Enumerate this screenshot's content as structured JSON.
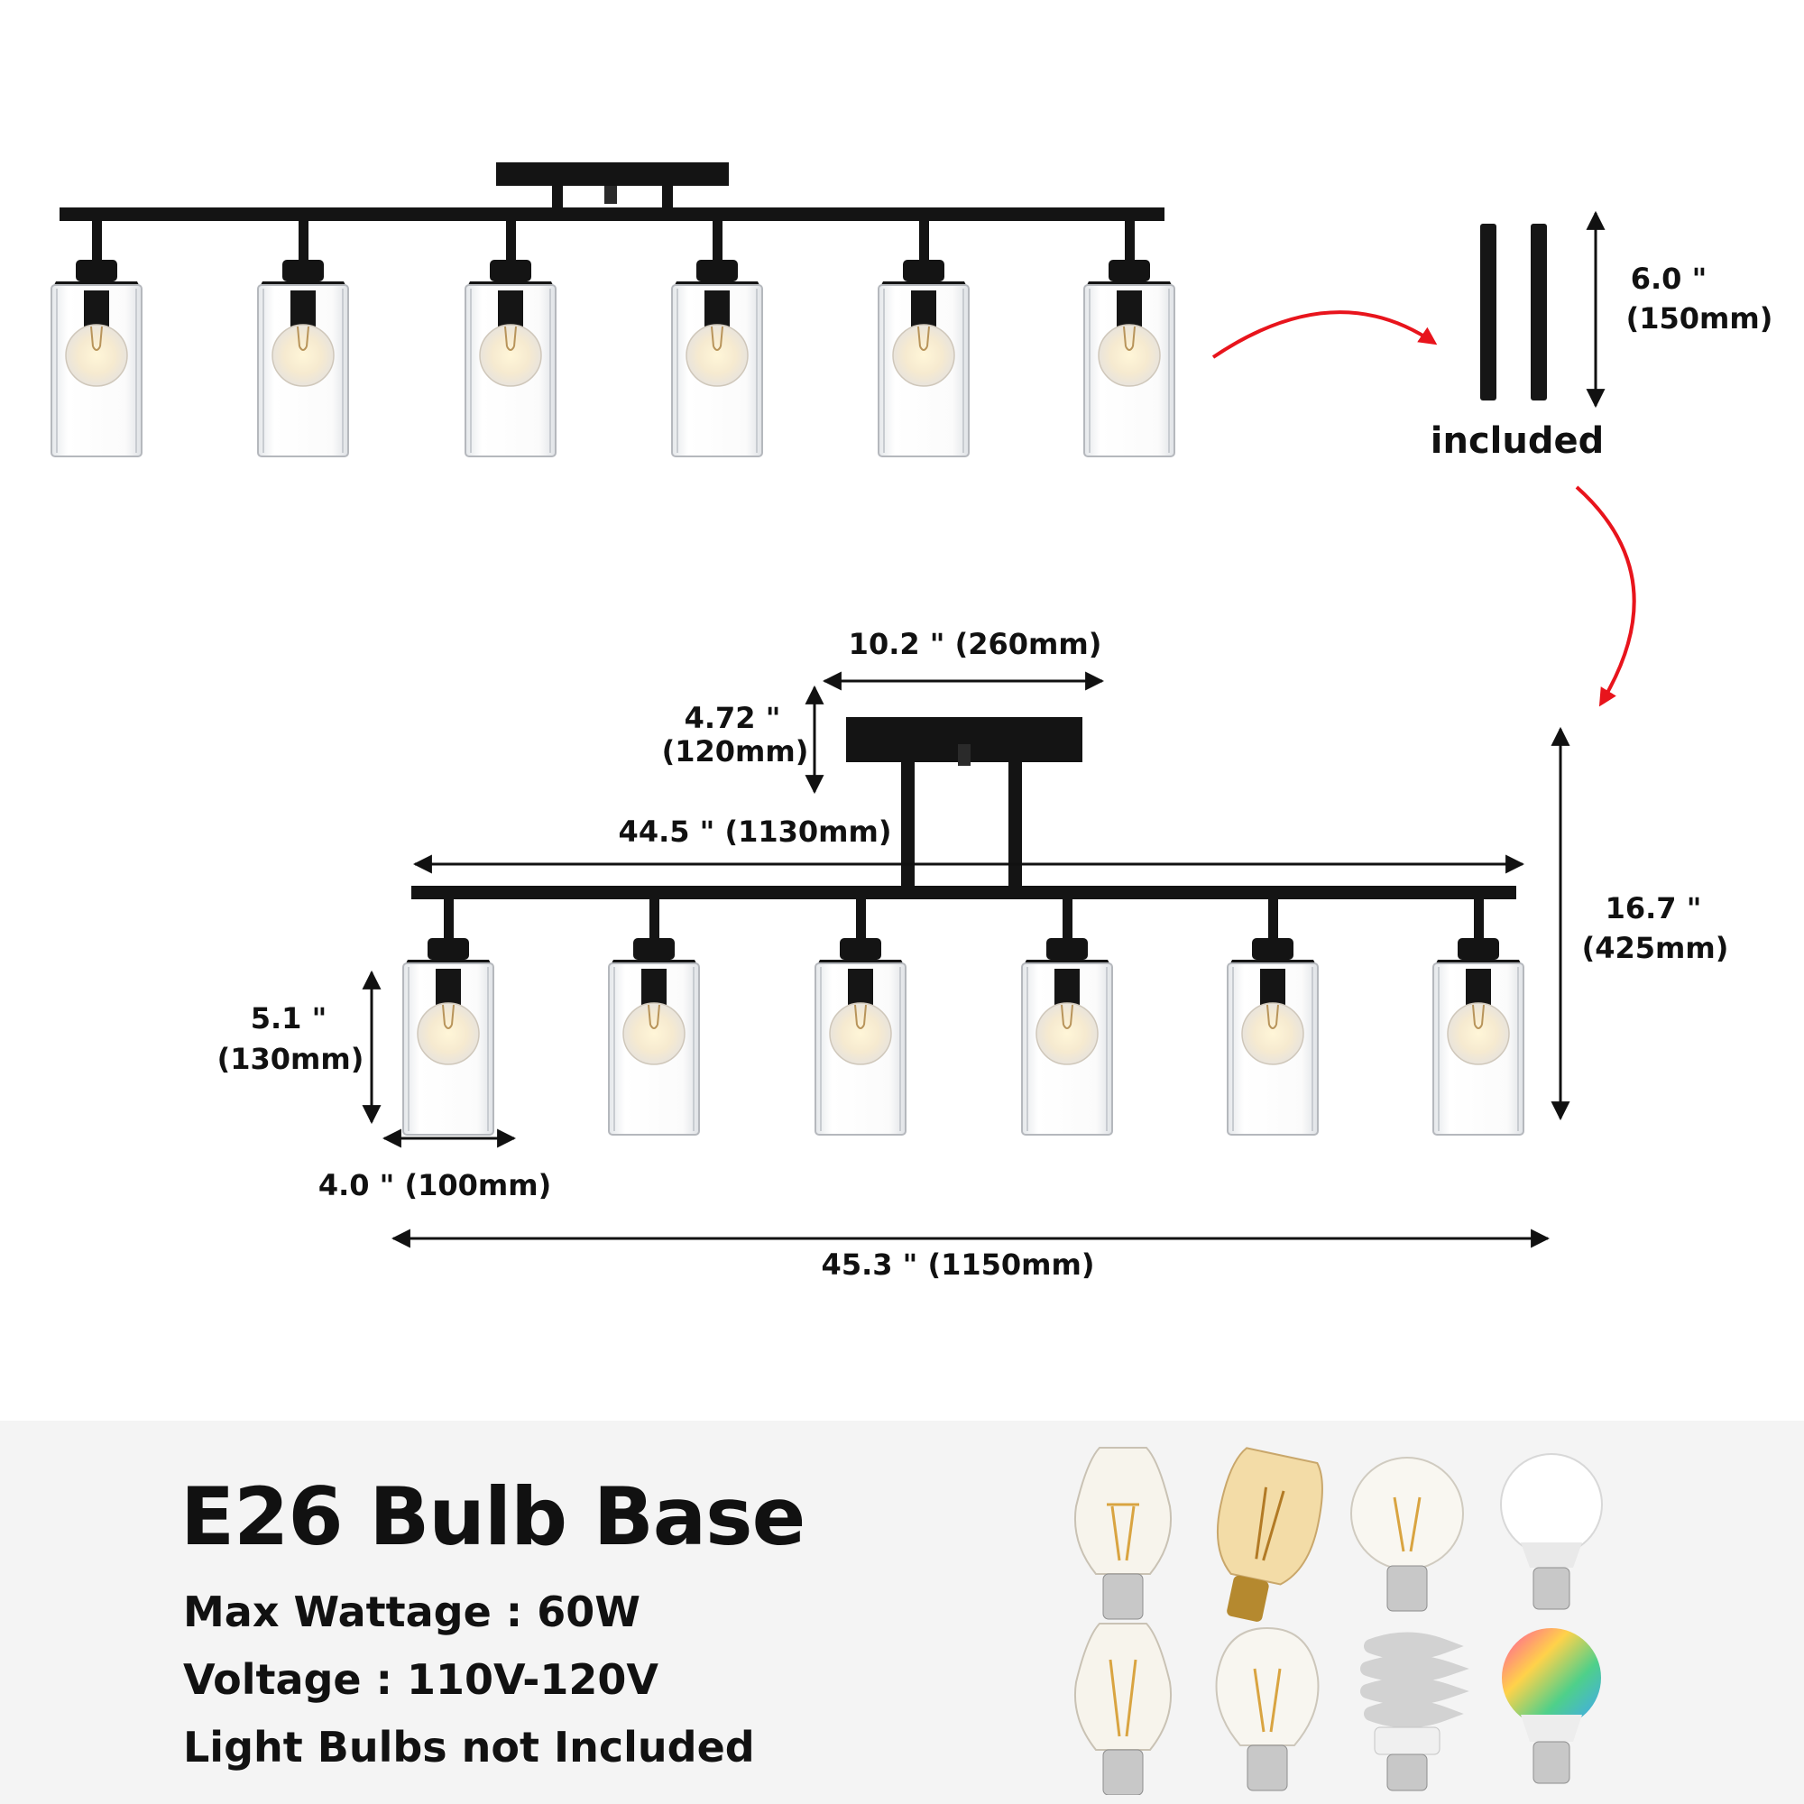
{
  "dimensions": {
    "rod_height": "6.0 \"",
    "rod_height_mm": "(150mm)",
    "rods_note": "included",
    "canopy_width": "10.2 \" (260mm)",
    "canopy_height": "4.72 \"",
    "canopy_height_mm": "(120mm)",
    "bar_length": "44.5 \" (1130mm)",
    "total_height": "16.7 \"",
    "total_height_mm": "(425mm)",
    "shade_height": "5.1 \"",
    "shade_height_mm": "(130mm)",
    "shade_width": "4.0 \" (100mm)",
    "overall_length": "45.3 \" (1150mm)"
  },
  "specs": {
    "title": "E26 Bulb Base",
    "wattage": "Max Wattage : 60W",
    "voltage": "Voltage : 110V-120V",
    "note": "Light Bulbs not Included"
  },
  "colors": {
    "fixture": "#141414",
    "arrow": "#e8141c",
    "glass_edge": "#b5b8bd",
    "footer_bg": "#f4f4f4"
  },
  "icons": [
    "st64-filament-bulb-icon",
    "amber-tube-bulb-icon",
    "globe-filament-bulb-icon",
    "led-a19-bulb-icon",
    "st64-clear-bulb-icon",
    "a19-filament-bulb-icon",
    "spiral-cfl-bulb-icon",
    "rgb-smart-bulb-icon"
  ]
}
